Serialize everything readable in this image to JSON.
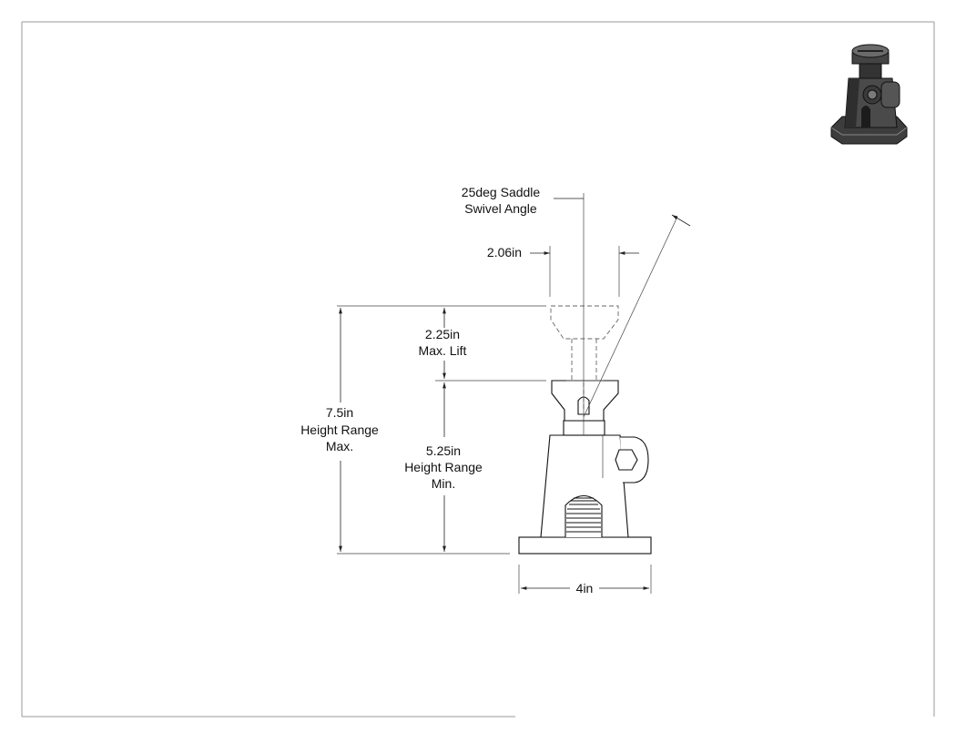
{
  "drawing": {
    "swivel_angle": {
      "line1": "25deg Saddle",
      "line2": "Swivel Angle"
    },
    "saddle_width": {
      "value": "2.06in"
    },
    "max_lift": {
      "line1": "2.25in",
      "line2": "Max. Lift"
    },
    "height_max": {
      "line1": "7.5in",
      "line2": "Height Range",
      "line3": "Max."
    },
    "height_min": {
      "line1": "5.25in",
      "line2": "Height Range",
      "line3": "Min."
    },
    "base_width": {
      "value": "4in"
    }
  },
  "icons": {
    "thumbnail": "screw-jack-3d-thumbnail-icon"
  },
  "colors": {
    "line": "#111111",
    "hidden": "#666666",
    "thumbnail_body": "#4a4a4a"
  }
}
